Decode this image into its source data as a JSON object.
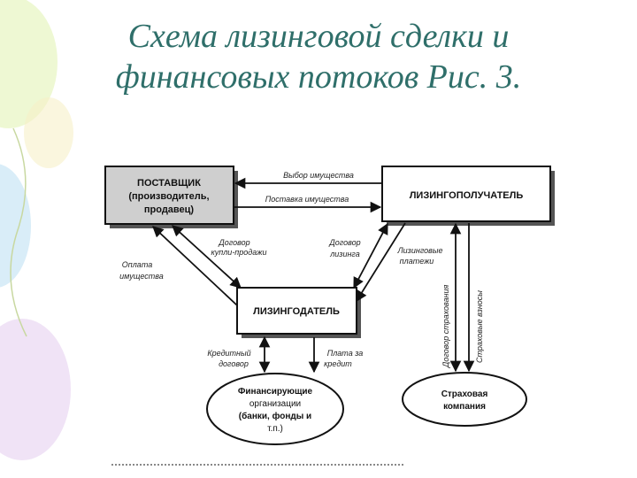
{
  "title": {
    "line1": "Схема лизинговой сделки и",
    "line2": "финансовых потоков Рис. 3."
  },
  "nodes": {
    "supplier": [
      "ПОСТАВЩИК",
      "(производитель,",
      "продавец)"
    ],
    "lessee": "ЛИЗИНГОПОЛУЧАТЕЛЬ",
    "lessor": "ЛИЗИНГОДАТЕЛЬ",
    "financiers": [
      "Финансирующие",
      "организации",
      "(банки, фонды и",
      "т.п.)"
    ],
    "insurer": [
      "Страховая",
      "компания"
    ]
  },
  "flows": {
    "choice": "Выбор имущества",
    "delivery": "Поставка имущества",
    "purchase_contract": [
      "Договор",
      "купли-продажи"
    ],
    "payment": [
      "Оплата",
      "имущества"
    ],
    "leasing_contract": [
      "Договор",
      "лизинга"
    ],
    "leasing_payments": [
      "Лизинговые",
      "платежи"
    ],
    "insurance_contract": "Договор страхования",
    "insurance_fees": "Страховые взносы",
    "credit_contract": [
      "Кредитный",
      "договор"
    ],
    "credit_payment": [
      "Плата за",
      "кредит"
    ]
  },
  "colors": {
    "title": "#2f6f6a",
    "supplier_fill": "#cfcfcf",
    "shadow": "#555555",
    "line": "#111111"
  }
}
